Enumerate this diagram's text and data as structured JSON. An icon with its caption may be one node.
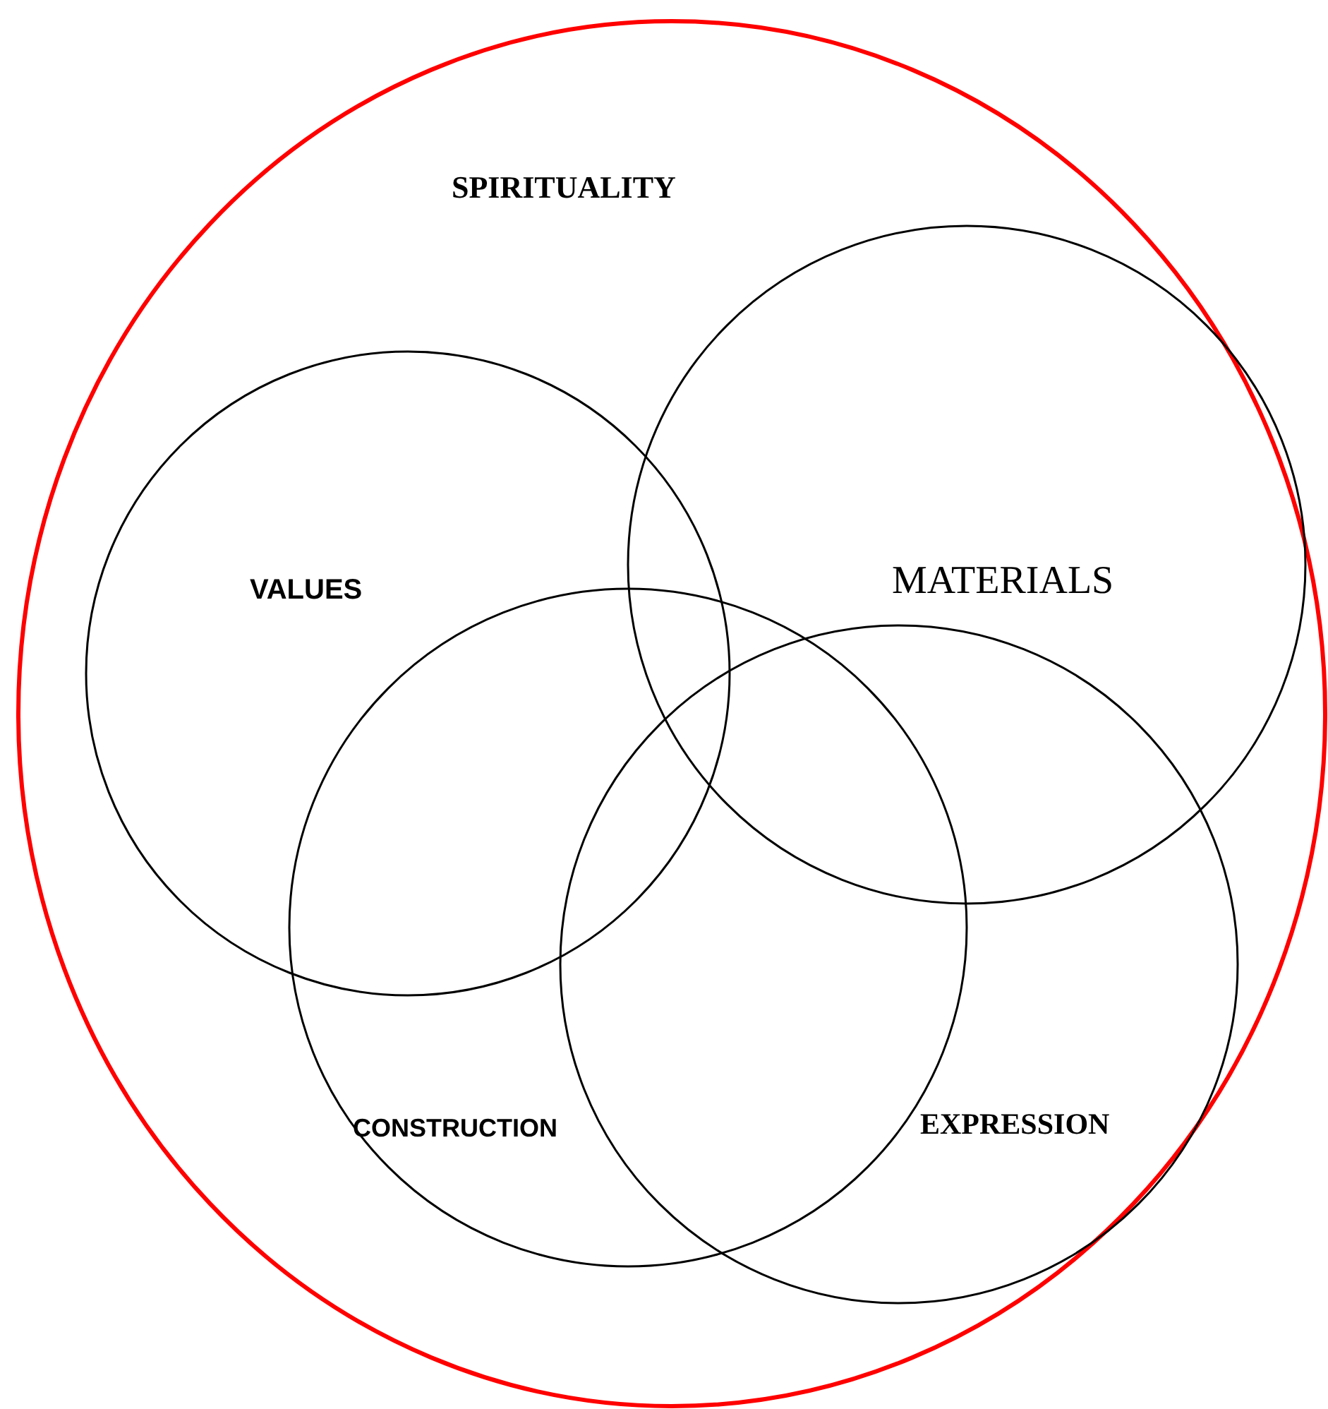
{
  "diagram": {
    "nodes": [
      {
        "text": [
          "SPIRITUALITY"
        ]
      },
      {
        "text": [
          "VALUES"
        ],
        "in": 0
      },
      {
        "text": [
          "MATERIALS"
        ],
        "in": 0
      },
      {
        "text": [
          "CONSTRUCTION"
        ],
        "in": 0
      },
      {
        "text": [
          "EXPRESSION"
        ],
        "in": 0
      }
    ]
  }
}
